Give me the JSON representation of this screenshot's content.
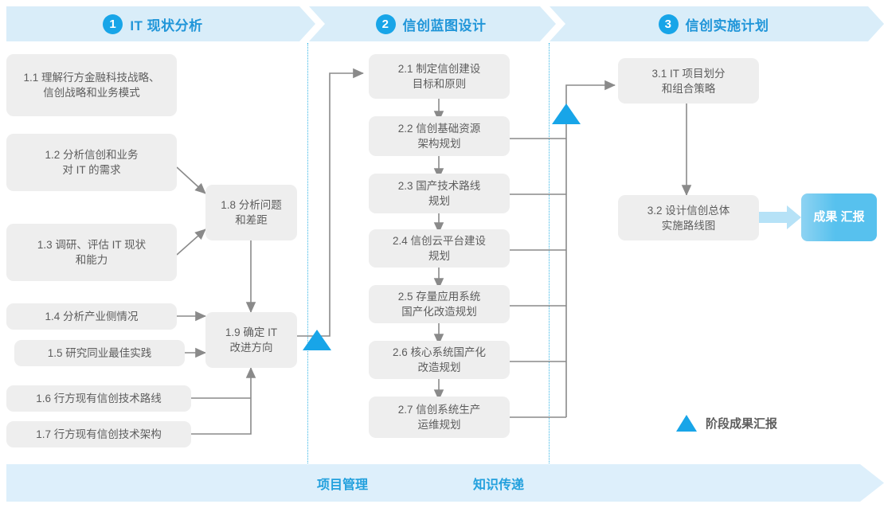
{
  "phases": [
    {
      "number": "1",
      "label": "IT 现状分析"
    },
    {
      "number": "2",
      "label": "信创蓝图设计"
    },
    {
      "number": "3",
      "label": "信创实施计划"
    }
  ],
  "colors": {
    "phase_band": "#d9edf9",
    "phase_text": "#2196d9",
    "badge": "#18a5e8",
    "box_fill": "#eeeeee",
    "box_text": "#5d5d5d",
    "connector": "#8a8a8a",
    "milestone_triangle": "#18a5e8",
    "lane_divider": "#36b6e6",
    "deliverable_chip": "#57c1ee",
    "foot_band": "#ddeffb",
    "foot_text": "#22a0dd"
  },
  "phase1_tasks": [
    {
      "id": "1.1",
      "line1": "1.1 理解行方金融科技战略、",
      "line2": "信创战略和业务模式"
    },
    {
      "id": "1.2",
      "line1": "1.2 分析信创和业务",
      "line2": "对 IT 的需求"
    },
    {
      "id": "1.3",
      "line1": "1.3 调研、评估 IT 现状",
      "line2": "和能力"
    },
    {
      "id": "1.4",
      "line1": "1.4 分析产业侧情况",
      "line2": ""
    },
    {
      "id": "1.5",
      "line1": "1.5 研究同业最佳实践",
      "line2": ""
    },
    {
      "id": "1.6",
      "line1": "1.6 行方现有信创技术路线",
      "line2": ""
    },
    {
      "id": "1.7",
      "line1": "1.7 行方现有信创技术架构",
      "line2": ""
    }
  ],
  "phase1_merge": [
    {
      "id": "1.8",
      "line1": "1.8 分析问题",
      "line2": "和差距"
    },
    {
      "id": "1.9",
      "line1": "1.9 确定 IT",
      "line2": "改进方向"
    }
  ],
  "phase2_tasks": [
    {
      "id": "2.1",
      "line1": "2.1 制定信创建设",
      "line2": "目标和原则"
    },
    {
      "id": "2.2",
      "line1": "2.2 信创基础资源",
      "line2": "架构规划"
    },
    {
      "id": "2.3",
      "line1": "2.3 国产技术路线",
      "line2": "规划"
    },
    {
      "id": "2.4",
      "line1": "2.4 信创云平台建设",
      "line2": "规划"
    },
    {
      "id": "2.5",
      "line1": "2.5 存量应用系统",
      "line2": "国产化改造规划"
    },
    {
      "id": "2.6",
      "line1": "2.6 核心系统国产化",
      "line2": "改造规划"
    },
    {
      "id": "2.7",
      "line1": "2.7 信创系统生产",
      "line2": "运维规划"
    }
  ],
  "phase3_tasks": [
    {
      "id": "3.1",
      "line1": "3.1 IT 项目划分",
      "line2": "和组合策略"
    },
    {
      "id": "3.2",
      "line1": "3.2 设计信创总体",
      "line2": "实施路线图"
    }
  ],
  "deliverable": {
    "line1": "成果",
    "line2": "汇报"
  },
  "legend": {
    "label": "阶段成果汇报"
  },
  "footer": {
    "items": [
      "项目管理",
      "知识传递"
    ]
  }
}
